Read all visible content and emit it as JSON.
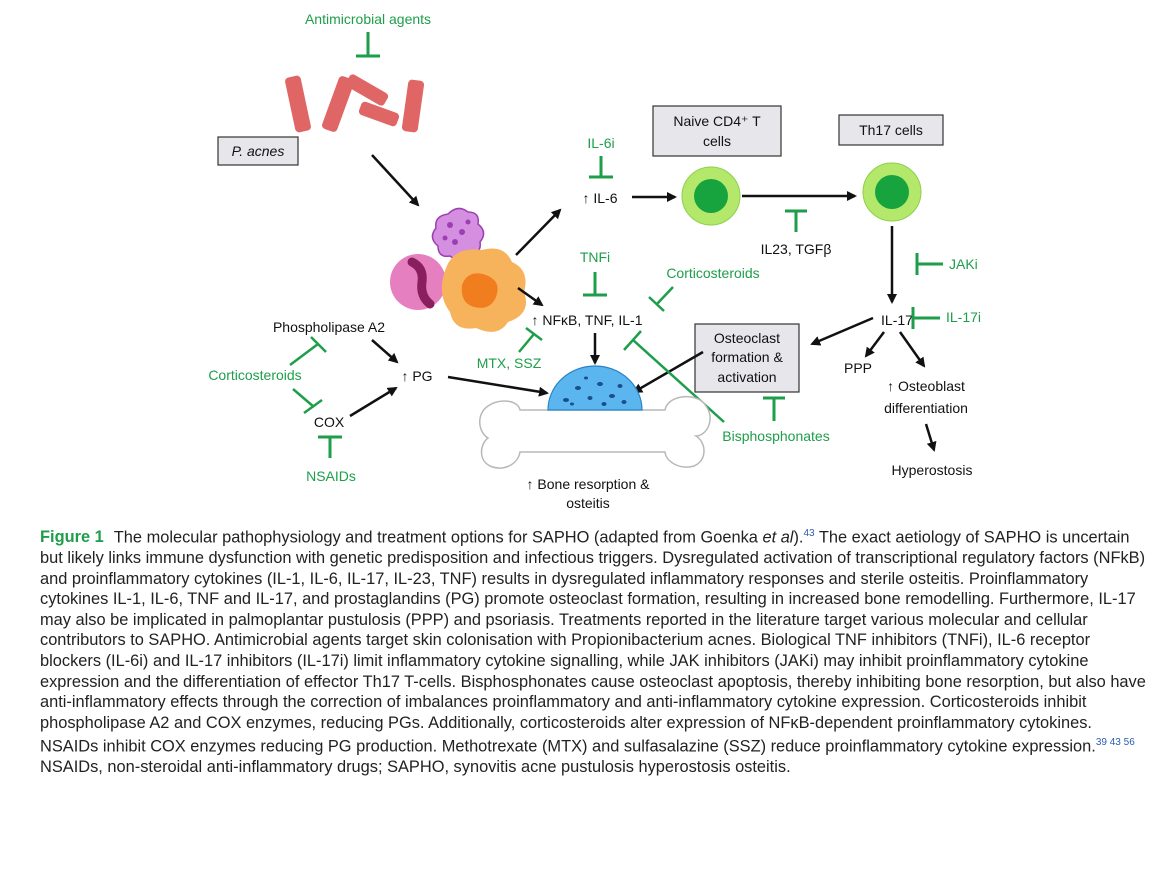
{
  "figure": {
    "labels": {
      "antimicrobial": "Antimicrobial agents",
      "p_acnes": "P. acnes",
      "il6i": "IL-6i",
      "il6": "↑ IL-6",
      "naive_t_line1": "Naive CD4⁺ T",
      "naive_t_line2": "cells",
      "th17": "Th17 cells",
      "il23": "IL23, TGFβ",
      "jaki": "JAKi",
      "tnfi": "TNFi",
      "corticosteroids_top": "Corticosteroids",
      "nfkb": "↑ NFκB, TNF, IL-1",
      "phospholipase": "Phospholipase A2",
      "pg": "↑ PG",
      "corticosteroids_left": "Corticosteroids",
      "mtx": "MTX, SSZ",
      "osteoclast_line1": "Osteoclast",
      "osteoclast_line2": "formation &",
      "osteoclast_line3": "activation",
      "il17": "IL-17",
      "il17i": "IL-17i",
      "ppp": "PPP",
      "osteoblast_line1": "↑ Osteoblast",
      "osteoblast_line2": "differentiation",
      "hyperostosis": "Hyperostosis",
      "cox": "COX",
      "nsaids": "NSAIDs",
      "bisphosphonates": "Bisphosphonates",
      "bone_line1": "↑ Bone resorption &",
      "bone_line2": "osteitis"
    },
    "colors": {
      "drug_green": "#1e9e4a",
      "bacteria_red": "#e06666",
      "box_fill": "#e7e6eb",
      "cell_light": "#b3e86a",
      "cell_dark": "#17a33d",
      "osteoclast_blue": "#5bb5ee",
      "macrophage_orange": "#f7b25c",
      "neutrophil_pink": "#e57fbf"
    }
  },
  "caption": {
    "label": "Figure 1",
    "part1": "The molecular pathophysiology and treatment options for SAPHO (adapted from Goenka ",
    "etal": "et al",
    "part2": ").",
    "ref1": "43",
    "part3": " The exact aetiology of SAPHO is uncertain but likely links immune dysfunction with genetic predisposition and infectious triggers. Dysregulated activation of transcriptional regulatory factors (NFkB) and proinflammatory cytokines (IL-1, IL-6, IL-17, IL-23, TNF) results in dysregulated inflammatory responses and sterile osteitis. Proinflammatory cytokines IL-1, IL-6, TNF and IL-17, and prostaglandins (PG) promote osteoclast formation, resulting in increased bone remodelling. Furthermore, IL-17 may also be implicated in palmoplantar pustulosis (PPP) and psoriasis. Treatments reported in the literature target various molecular and cellular contributors to SAPHO. Antimicrobial agents target skin colonisation with Propionibacterium acnes. Biological TNF inhibitors (TNFi), IL-6 receptor blockers (IL-6i) and IL-17 inhibitors (IL-17i) limit inflammatory cytokine signalling, while JAK inhibitors (JAKi) may inhibit proinflammatory cytokine expression and the differentiation of effector Th17 T-cells. Bisphosphonates cause osteoclast apoptosis, thereby inhibiting bone resorption, but also have anti-inflammatory effects through the correction of imbalances proinflammatory and anti-inflammatory cytokine expression. Corticosteroids inhibit phospholipase A2 and COX enzymes, reducing PGs. Additionally, corticosteroids alter expression of NFκB-dependent proinflammatory cytokines. NSAIDs inhibit COX enzymes reducing PG production. Methotrexate (MTX) and sulfasalazine (SSZ) reduce proinflammatory cytokine expression.",
    "ref2": "39 43 56",
    "part4": " NSAIDs, non-steroidal anti-inflammatory drugs; SAPHO, synovitis acne pustulosis hyperostosis osteitis."
  }
}
